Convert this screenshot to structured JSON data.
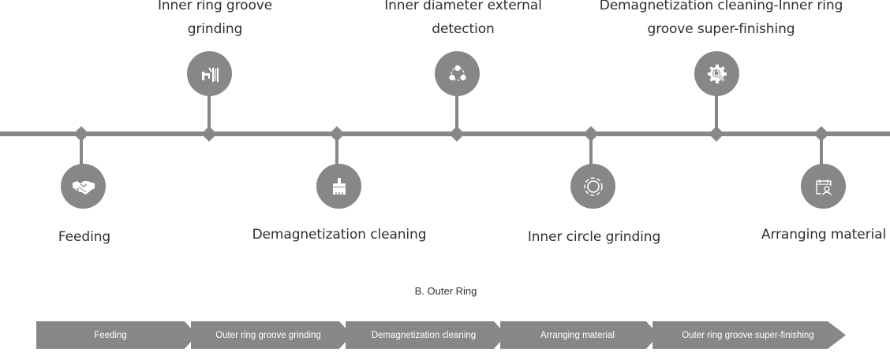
{
  "inner_ring": {
    "line_color": "#878787",
    "steps": [
      {
        "label": "Feeding",
        "icon": "handshake-icon",
        "position": "below"
      },
      {
        "label_line1": "Inner ring groove",
        "label_line2": "grinding",
        "icon": "groove-grinding-icon",
        "position": "above"
      },
      {
        "label": "Demagnetization cleaning",
        "icon": "brush-icon",
        "position": "below"
      },
      {
        "label_line1": "Inner diameter external",
        "label_line2": "detection",
        "icon": "detection-nodes-icon",
        "position": "above"
      },
      {
        "label": "Inner circle grinding",
        "icon": "ring-circle-icon",
        "position": "below"
      },
      {
        "label_line1": "Demagnetization cleaning-Inner ring",
        "label_line2": "groove super-finishing",
        "icon": "gear-wrench-icon",
        "position": "above"
      },
      {
        "label": "Arranging material",
        "icon": "calendar-person-icon",
        "position": "below"
      }
    ]
  },
  "outer_ring": {
    "title": "B. Outer Ring",
    "fill_color": "#878787",
    "steps": [
      {
        "label": "Feeding"
      },
      {
        "label": "Outer ring groove grinding"
      },
      {
        "label": "Demagnetization cleaning"
      },
      {
        "label": "Arranging material"
      },
      {
        "label": "Outer ring groove super-finishing"
      }
    ]
  }
}
